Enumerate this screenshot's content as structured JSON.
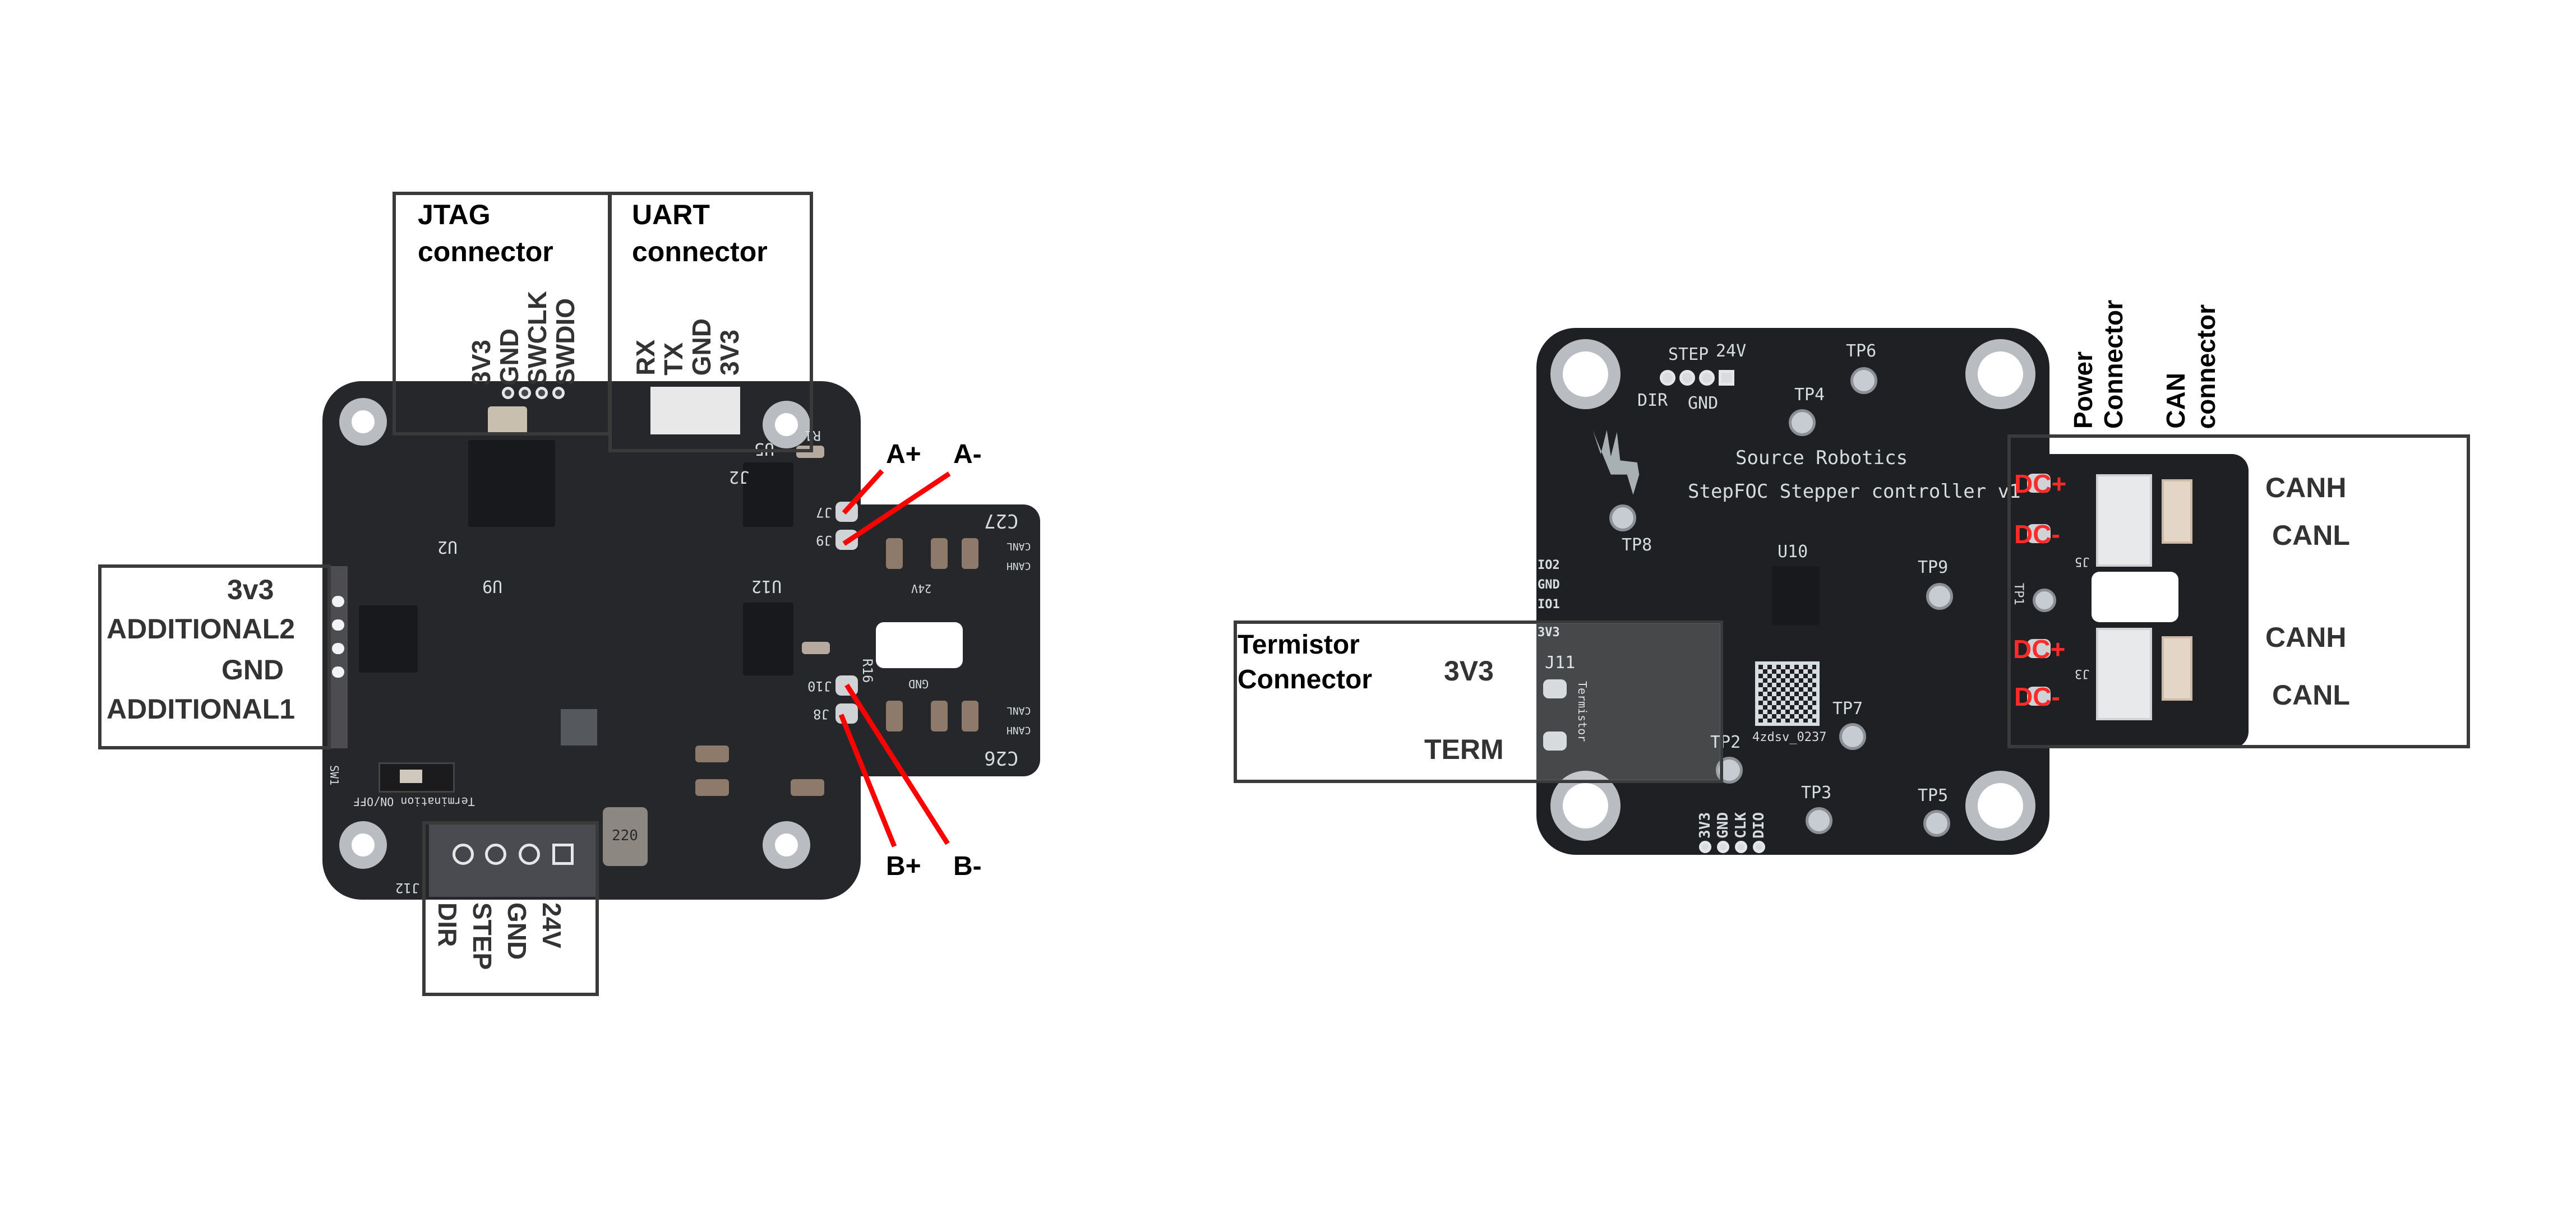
{
  "left_board": {
    "jtag": {
      "title_line1": "JTAG",
      "title_line2": "connector",
      "pins": [
        "3V3",
        "GND",
        "SWCLK",
        "SWDIO"
      ]
    },
    "uart": {
      "title_line1": "UART",
      "title_line2": "connector",
      "pins": [
        "RX",
        "TX",
        "GND",
        "3V3"
      ]
    },
    "side_connector": {
      "pins": [
        "3v3",
        "ADDITIONAL2",
        "GND",
        "ADDITIONAL1"
      ]
    },
    "step_dir_connector": {
      "pins": [
        "DIR",
        "STEP",
        "GND",
        "24V"
      ]
    },
    "motor_phases": {
      "a_plus": "A+",
      "a_minus": "A-",
      "b_plus": "B+",
      "b_minus": "B-",
      "line_color": "#ff0000"
    },
    "silkscreen": {
      "j2": "J2",
      "u5": "U5",
      "u12": "U12",
      "u2": "U2",
      "u9": "U9",
      "j7": "J7",
      "j9": "J9",
      "j10": "J10",
      "j8": "J8",
      "j12": "J12",
      "r1": "R1",
      "r16": "R16",
      "c26": "C26",
      "c27": "C27",
      "canl": "CANL",
      "canh": "CANH",
      "gnd": "GND",
      "v24": "24V",
      "termination": "Termination ON/OFF",
      "sw1": "SW1",
      "inductor": "220"
    }
  },
  "right_board": {
    "silkscreen": {
      "brand": "Source Robotics",
      "product": "StepFOC Stepper controller v1",
      "dir": "DIR",
      "step": "STEP",
      "gnd": "GND",
      "v24": "24V",
      "tp1": "TP1",
      "tp2": "TP2",
      "tp3": "TP3",
      "tp4": "TP4",
      "tp5": "TP5",
      "tp6": "TP6",
      "tp7": "TP7",
      "tp8": "TP8",
      "tp9": "TP9",
      "u10": "U10",
      "j11": "J11",
      "termistor": "Termistor",
      "qr_code_text": "4zdsv_0237",
      "io2": "IO2",
      "io_gnd": "GND",
      "io1": "IO1",
      "io_3v3": "3V3",
      "swd_pins": [
        "3V3",
        "GND",
        "CLK",
        "DIO"
      ],
      "j5": "J5",
      "j3": "J3"
    },
    "termistor_connector": {
      "title_line1": "Termistor",
      "title_line2": "Connector",
      "pins": [
        "3V3",
        "TERM"
      ]
    },
    "power_connector": {
      "title_line1": "Power",
      "title_line2": "Connector",
      "pads": [
        "DC+",
        "DC-",
        "DC+",
        "DC-"
      ],
      "pad_label_color": "#ff2a2a"
    },
    "can_connector": {
      "title_line1": "CAN",
      "title_line2": "connector",
      "pins": [
        "CANH",
        "CANL",
        "CANH",
        "CANL"
      ]
    }
  },
  "colors": {
    "pcb": "#26272b",
    "box_border": "#3a3a3a",
    "label_text": "#333333",
    "title_text": "#000000"
  }
}
